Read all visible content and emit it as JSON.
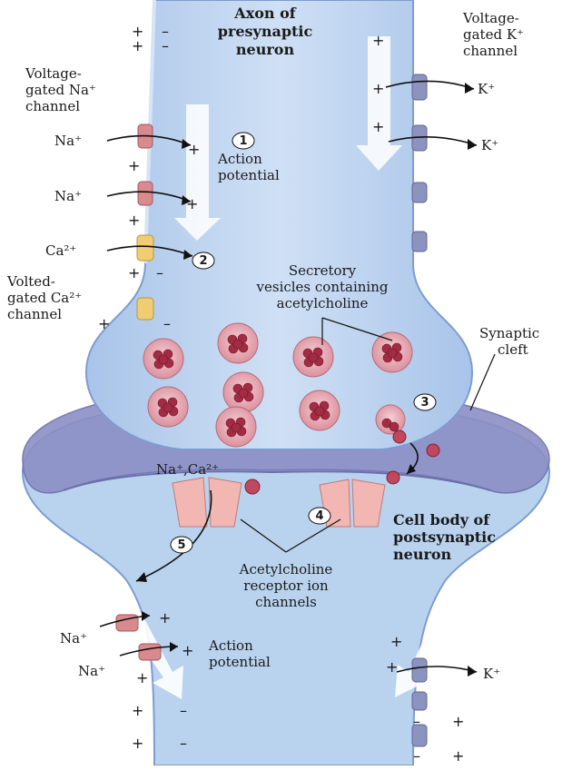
{
  "labels": {
    "axon": [
      "Axon of",
      "presynaptic",
      "neuron"
    ],
    "k_channel": [
      "Voltage-",
      "gated K⁺",
      "channel"
    ],
    "na_channel": [
      "Voltage-",
      "gated Na⁺",
      "channel"
    ],
    "ca_channel": [
      "Volted-",
      "gated Ca²⁺",
      "channel"
    ],
    "action_potential_top": [
      "Action",
      "potential"
    ],
    "vesicles": [
      "Secretory",
      "vesicles containing",
      "acetylcholine"
    ],
    "synaptic_cleft": [
      "Synaptic",
      "cleft"
    ],
    "cell_body": [
      "Cell body of",
      "postsynaptic",
      "neuron"
    ],
    "receptor": [
      "Acetylcholine",
      "receptor ion",
      "channels"
    ],
    "action_potential_bottom": [
      "Action",
      "potential"
    ],
    "na_ca": "Na⁺,Ca²⁺",
    "na": "Na⁺",
    "ca": "Ca²⁺",
    "k": "K⁺"
  },
  "steps": [
    "1",
    "2",
    "3",
    "4",
    "5"
  ],
  "signs": {
    "plus": "+",
    "minus": "–"
  },
  "colors": {
    "neuron_fill": "#b9d2ee",
    "neuron_edge": "#7d9ccf",
    "cleft": "#8c8fc5",
    "na_channel": "#d98a8f",
    "ca_channel": "#f0cc73",
    "k_channel": "#8c93bf",
    "vesicle": "#e6a9b3",
    "vesicle_core": "#a32b43",
    "receptor": "#f2b7b3",
    "arrow_white": "#ffffff"
  }
}
